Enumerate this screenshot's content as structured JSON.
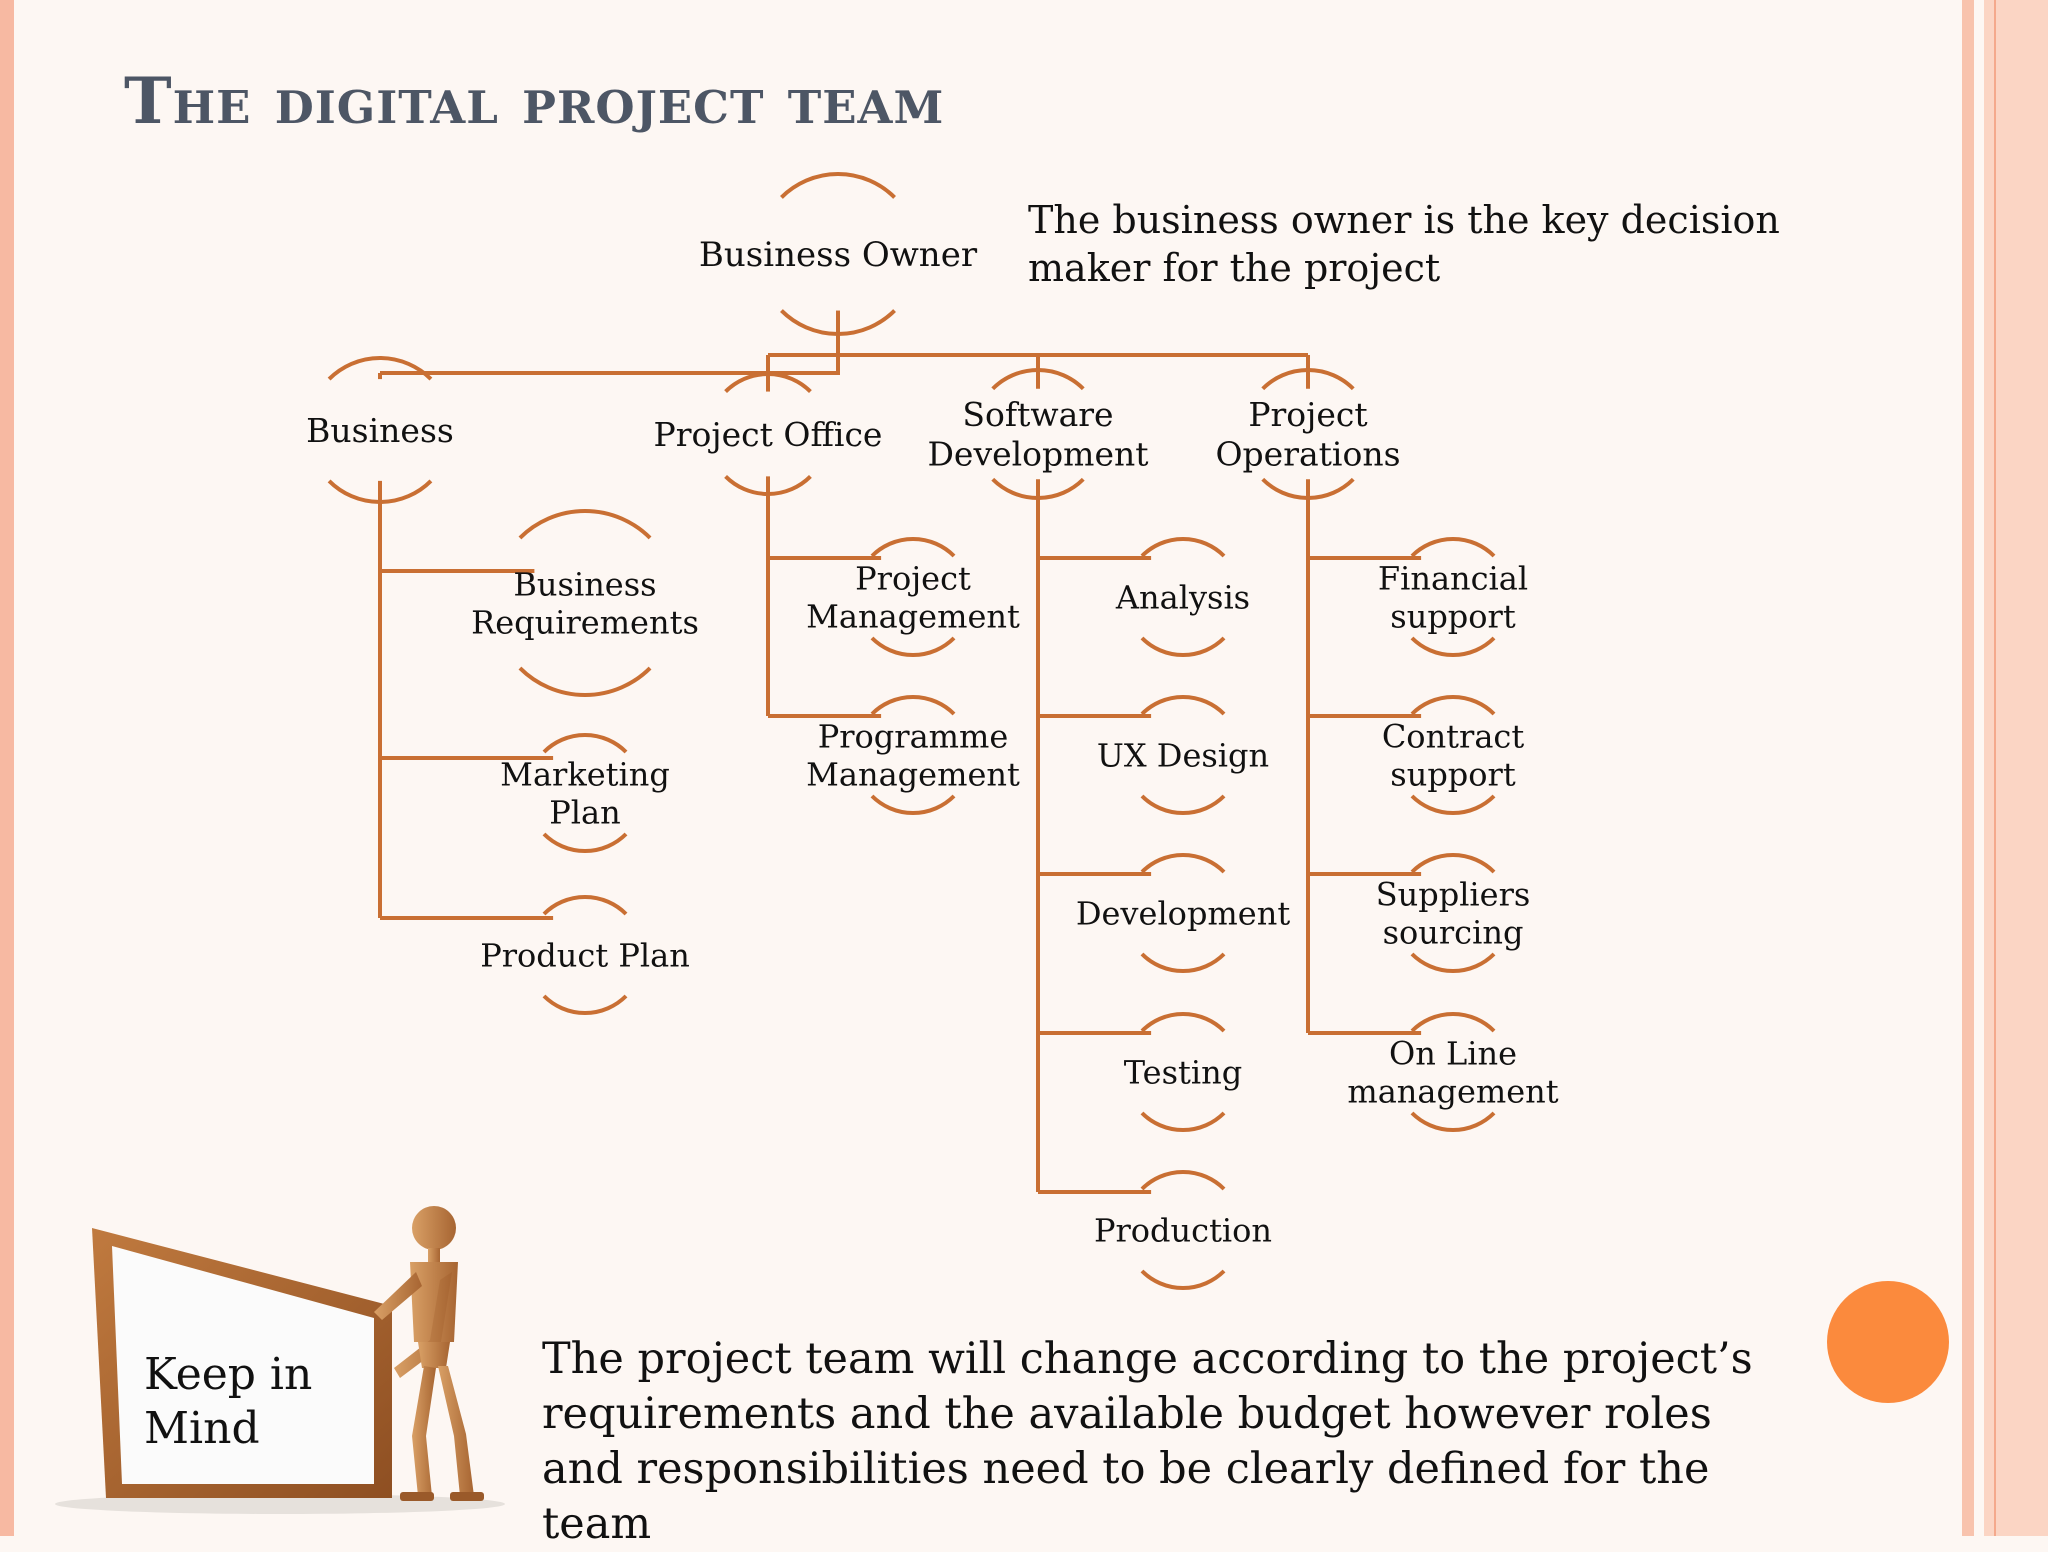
{
  "title": "The digital project team",
  "owner_note": "The business owner is the key decision maker for the project",
  "keep_note": "Keep in Mind",
  "footer_text": "The project team will change according to the project’s requirements and the available budget however roles and responsibilities need to be clearly defined for the team",
  "colors": {
    "line": "#c96f33",
    "arc": "#c96f33",
    "title": "#4d5665",
    "accent": "#fb8a3d"
  },
  "org_chart": {
    "root": {
      "name": "node-business-owner",
      "label": [
        "Business Owner"
      ]
    },
    "branches": [
      {
        "name": "node-business",
        "label": [
          "Business"
        ],
        "children": [
          {
            "name": "node-business-requirements",
            "label": [
              "Business",
              "Requirements"
            ]
          },
          {
            "name": "node-marketing-plan",
            "label": [
              "Marketing",
              "Plan"
            ]
          },
          {
            "name": "node-product-plan",
            "label": [
              "Product Plan"
            ]
          }
        ]
      },
      {
        "name": "node-project-office",
        "label": [
          "Project Office"
        ],
        "children": [
          {
            "name": "node-project-management",
            "label": [
              "Project",
              "Management"
            ]
          },
          {
            "name": "node-programme-management",
            "label": [
              "Programme",
              "Management"
            ]
          }
        ]
      },
      {
        "name": "node-software-development",
        "label": [
          "Software",
          "Development"
        ],
        "children": [
          {
            "name": "node-analysis",
            "label": [
              "Analysis"
            ]
          },
          {
            "name": "node-ux-design",
            "label": [
              "UX Design"
            ]
          },
          {
            "name": "node-development",
            "label": [
              "Development"
            ]
          },
          {
            "name": "node-testing",
            "label": [
              "Testing"
            ]
          },
          {
            "name": "node-production",
            "label": [
              "Production"
            ]
          }
        ]
      },
      {
        "name": "node-project-operations",
        "label": [
          "Project",
          "Operations"
        ],
        "children": [
          {
            "name": "node-financial-support",
            "label": [
              "Financial",
              "support"
            ]
          },
          {
            "name": "node-contract-support",
            "label": [
              "Contract",
              "support"
            ]
          },
          {
            "name": "node-suppliers-sourcing",
            "label": [
              "Suppliers",
              "sourcing"
            ]
          },
          {
            "name": "node-online-management",
            "label": [
              "On Line",
              "management"
            ]
          }
        ]
      }
    ]
  }
}
